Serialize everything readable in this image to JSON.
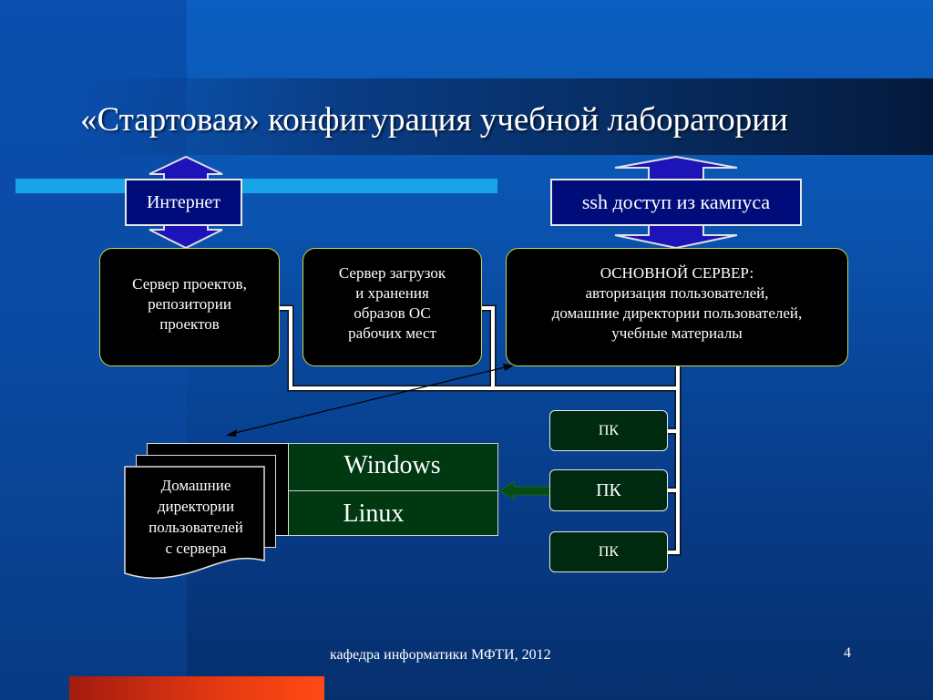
{
  "title": "«Стартовая» конфигурация учебной лаборатории",
  "internet_label": "Интернет",
  "ssh_label": "ssh доступ из кампуса",
  "project_server": [
    "Сервер проектов,",
    "репозитории",
    "проектов"
  ],
  "boot_server": [
    "Сервер загрузок",
    "и хранения",
    "образов ОС",
    "рабочих мест"
  ],
  "main_server": [
    "ОСНОВНОЙ СЕРВЕР:",
    "авторизация пользователей,",
    "домашние директории пользователей,",
    "учебные материалы"
  ],
  "pcs": [
    "ПК",
    "ПК",
    "ПК"
  ],
  "os": [
    "Windows",
    "Linux"
  ],
  "home_dirs": [
    "Домашние",
    "директории",
    "пользователей",
    "с сервера"
  ],
  "footer": "кафедра информатики МФТИ, 2012",
  "page_number": "4",
  "colors": {
    "background": "#0a54b0",
    "accent_cyan": "#1aa4e8",
    "accent_red": "#e63a12",
    "box_border": "#c8d84a",
    "label_fill": "#000c7a",
    "pc_fill": "#002a10",
    "os_fill": "#003812"
  }
}
